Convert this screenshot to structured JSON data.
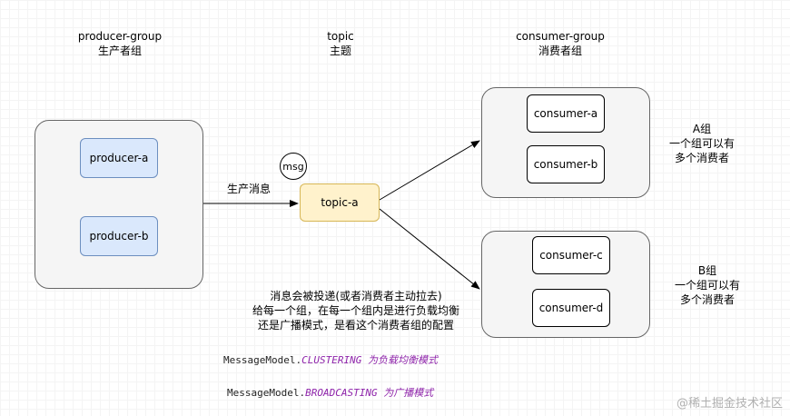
{
  "headers": {
    "producer": {
      "en": "producer-group",
      "zh": "生产者组"
    },
    "topic": {
      "en": "topic",
      "zh": "主题"
    },
    "consumer": {
      "en": "consumer-group",
      "zh": "消费者组"
    }
  },
  "producers": [
    "producer-a",
    "producer-b"
  ],
  "topic": "topic-a",
  "msg": "msg",
  "edge_label": "生产消息",
  "consumer_groups": [
    {
      "consumers": [
        "consumer-a",
        "consumer-b"
      ],
      "note": [
        "A组",
        "一个组可以有",
        "多个消费者"
      ]
    },
    {
      "consumers": [
        "consumer-c",
        "consumer-d"
      ],
      "note": [
        "B组",
        "一个组可以有",
        "多个消费者"
      ]
    }
  ],
  "description": [
    "消息会被投递(或者消费者主动拉去)",
    "给每一个组，在每一个组内是进行负载均衡",
    "还是广播模式，是看这个消费者组的配置"
  ],
  "code_lines": [
    {
      "prefix": "MessageModel.",
      "constant": "CLUSTERING",
      "comment": " 为负载均衡模式"
    },
    {
      "prefix": "MessageModel.",
      "constant": "BROADCASTING",
      "comment": " 为广播模式"
    }
  ],
  "watermark": "@稀土掘金技术社区",
  "colors": {
    "producer_fill": "#dae8fc",
    "producer_stroke": "#6c8ebf",
    "topic_fill": "#fff2cc",
    "topic_stroke": "#d6b656",
    "group_fill": "#f5f5f5",
    "comment": "#8e24aa"
  }
}
